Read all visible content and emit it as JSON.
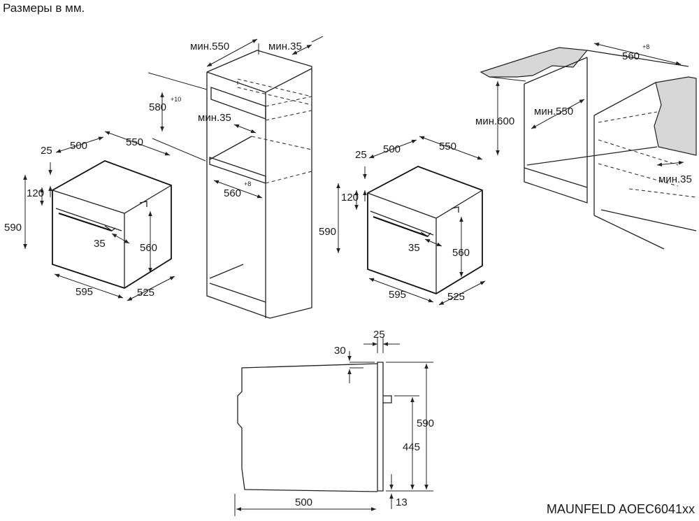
{
  "header": {
    "title": "Размеры в мм."
  },
  "footer": {
    "model": "MAUNFELD AOEC6041xx"
  },
  "dims": {
    "d500": "500",
    "d550": "550",
    "d25": "25",
    "d120": "120",
    "d590": "590",
    "d560": "560",
    "d35": "35",
    "d595": "595",
    "d525": "525",
    "min550": "мин.550",
    "min35": "мин.35",
    "d580": "580",
    "sup10": "+10",
    "d560plus": "560",
    "sup8": "+8",
    "min600": "мин.600",
    "d30": "30",
    "d445": "445",
    "d13": "13"
  }
}
